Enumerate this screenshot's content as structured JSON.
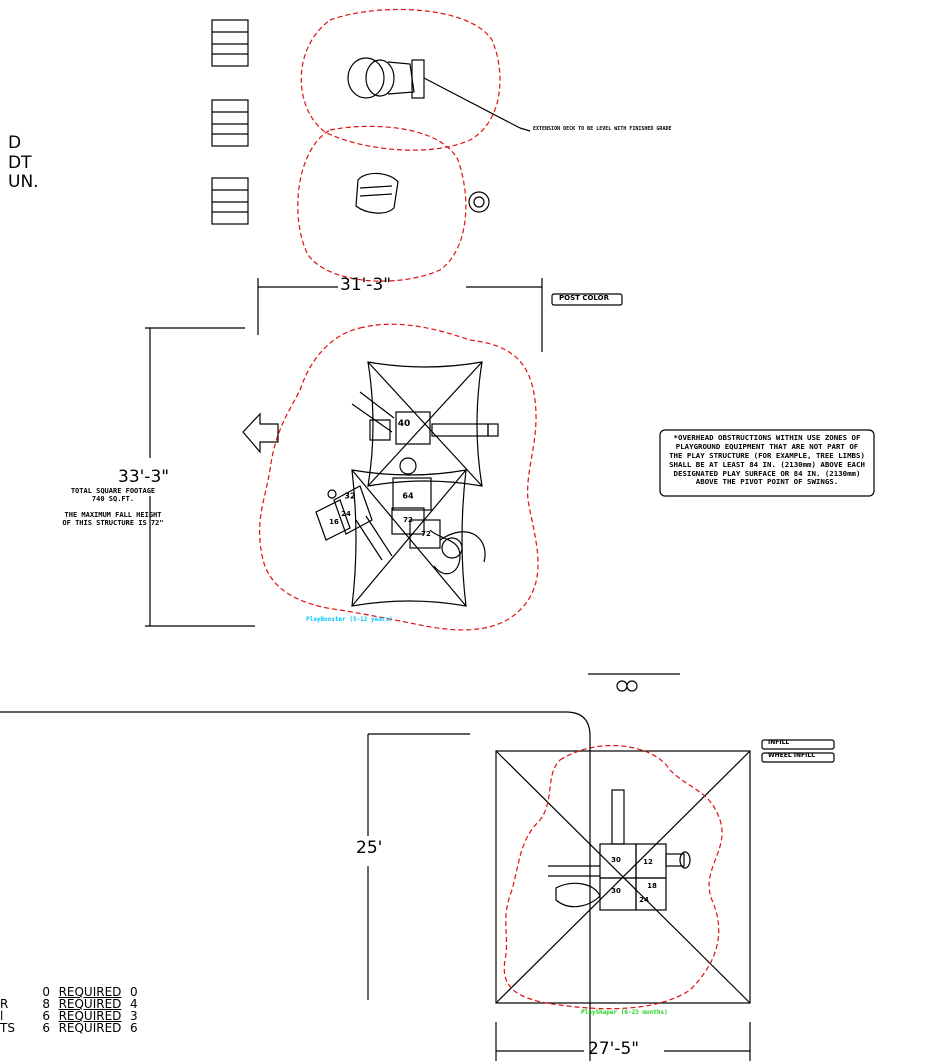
{
  "left_note": [
    "D",
    "DT",
    "UN."
  ],
  "extension_note": "EXTENSION DECK TO BE LEVEL WITH FINISHED GRADE",
  "post_color_label": "POST COLOR",
  "infill_label": "INFILL",
  "wheel_infill_label": "WHEEL INFILL",
  "overhead_note": [
    "*OVERHEAD OBSTRUCTIONS WITHIN USE ZONES OF",
    "PLAYGROUND EQUIPMENT THAT ARE NOT PART OF",
    "THE PLAY STRUCTURE (FOR EXAMPLE, TREE LIMBS)",
    "SHALL BE AT LEAST 84 IN. (2130mm) ABOVE EACH",
    "DESIGNATED PLAY SURFACE OR 84 IN. (2130mm)",
    "ABOVE THE PIVOT POINT OF SWINGS."
  ],
  "square_footage": [
    "TOTAL SQUARE FOOTAGE",
    "740 SQ.FT."
  ],
  "fall_height": [
    "THE MAXIMUM FALL HEIGHT",
    "OF THIS STRUCTURE IS 72\""
  ],
  "dimensions": {
    "top_width": "31'-3\"",
    "left_height": "33'-3\"",
    "lower_height": "25'",
    "lower_width": "27'-5\""
  },
  "structure_labels": {
    "playbooster": "PlayBooster (5-12 years)",
    "playshaper": "PlayShaper (6-23 months)"
  },
  "deck_heights_upper": [
    "40",
    "64",
    "32",
    "24",
    "16",
    "72",
    "72"
  ],
  "deck_heights_lower": [
    "30",
    "12",
    "18",
    "30",
    "24"
  ],
  "legend": {
    "rows": [
      {
        "a": "",
        "b": "0",
        "c": "REQUIRED",
        "d": "0"
      },
      {
        "a": "R",
        "b": "8",
        "c": "REQUIRED",
        "d": "4"
      },
      {
        "a": "l",
        "b": "6",
        "c": "REQUIRED",
        "d": "3"
      },
      {
        "a": "TS",
        "b": "6",
        "c": "REQUIRED",
        "d": "6"
      }
    ]
  },
  "colors": {
    "use_zone": "#e01010",
    "line": "#000000",
    "green_label": "#20d020",
    "cyan_label": "#00c8ff"
  }
}
